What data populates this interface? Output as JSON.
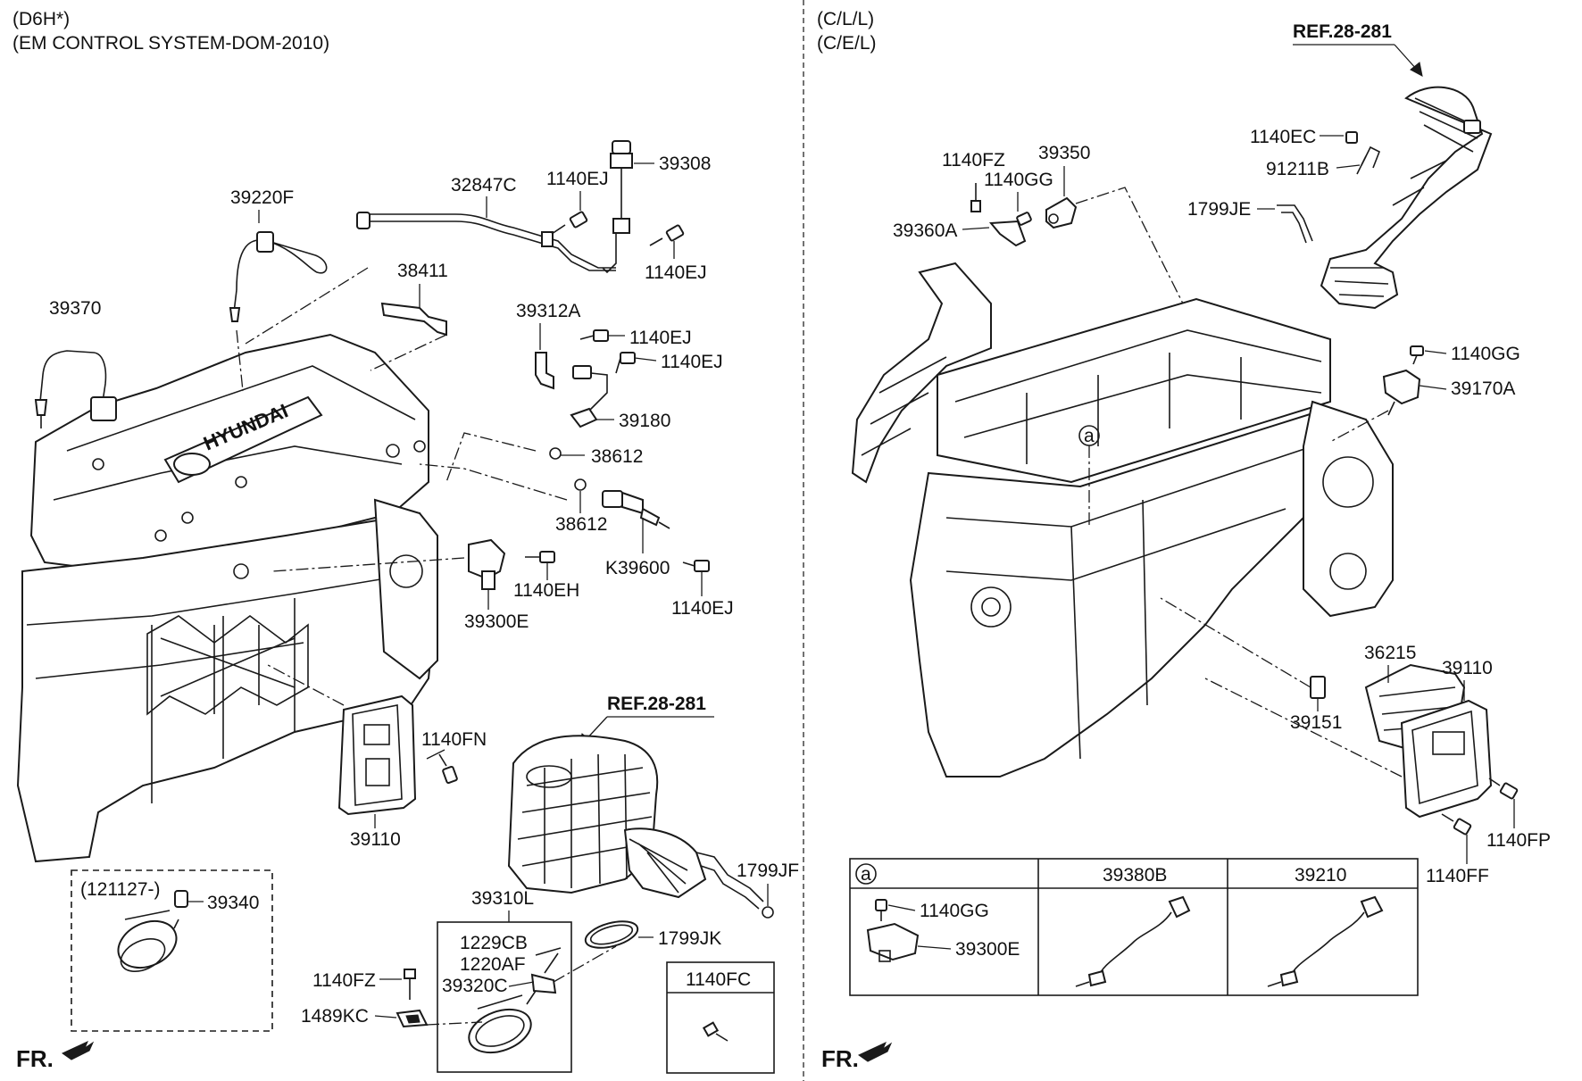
{
  "left_panel": {
    "header_line1": "(D6H*)",
    "header_line2": "(EM CONTROL SYSTEM-DOM-2010)",
    "engine_brand": "HYUNDAI",
    "ref_label": "REF.28-281",
    "fr_label": "FR.",
    "labels": {
      "p32847c": "32847C",
      "p1140ej_a": "1140EJ",
      "p39308": "39308",
      "p39220f": "39220F",
      "p1140ej_b": "1140EJ",
      "p38411": "38411",
      "p39370": "39370",
      "p39312a": "39312A",
      "p1140ej_c": "1140EJ",
      "p1140ej_d": "1140EJ",
      "p39180": "39180",
      "p38612_a": "38612",
      "p38612_b": "38612",
      "pk39600": "K39600",
      "p1140eh": "1140EH",
      "p1140ej_e": "1140EJ",
      "p39300e": "39300E",
      "p1140fn": "1140FN",
      "p39110": "39110",
      "p1799jf": "1799JF",
      "p39310l": "39310L",
      "p1229cb": "1229CB",
      "p1220af": "1220AF",
      "p39320c": "39320C",
      "p1799jk": "1799JK",
      "p1140fz": "1140FZ",
      "p1489kc": "1489KC",
      "p1140fc": "1140FC"
    },
    "variant_box": {
      "caption": "(121127-)",
      "part": "39340"
    }
  },
  "right_panel": {
    "header_line1": "(C/L/L)",
    "header_line2": "(C/E/L)",
    "ref_label": "REF.28-281",
    "fr_label": "FR.",
    "callout_marker": "a",
    "labels": {
      "p1140fz": "1140FZ",
      "p39350": "39350",
      "p1140gg_a": "1140GG",
      "p39360a": "39360A",
      "p1140ec": "1140EC",
      "p91211b": "91211B",
      "p1799je": "1799JE",
      "p1140gg_b": "1140GG",
      "p39170a": "39170A",
      "p36215": "36215",
      "p39110": "39110",
      "p39151": "39151",
      "p1140fp": "1140FP",
      "p1140ff": "1140FF"
    },
    "detail_table": {
      "marker": "a",
      "col2_header": "39380B",
      "col3_header": "39210",
      "cell1_part_a": "1140GG",
      "cell1_part_b": "39300E"
    }
  }
}
